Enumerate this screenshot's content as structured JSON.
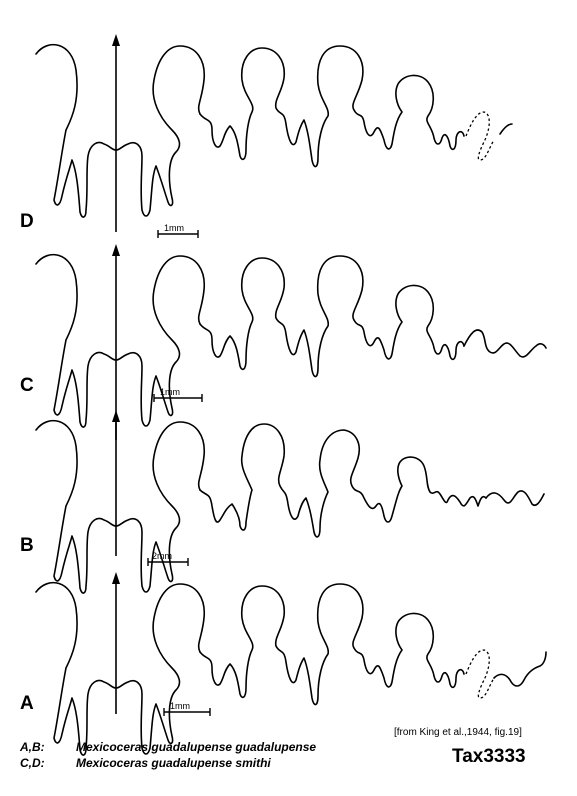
{
  "panels": [
    {
      "letter": "D",
      "scale": "1mm"
    },
    {
      "letter": "C",
      "scale": "1mm"
    },
    {
      "letter": "B",
      "scale": "2mm"
    },
    {
      "letter": "A",
      "scale": "1mm"
    }
  ],
  "legend": [
    {
      "key": "A,B:",
      "taxon": "Mexicoceras  guadalupense guadalupense"
    },
    {
      "key": "C,D:",
      "taxon": "Mexicoceras  guadalupense smithi"
    }
  ],
  "source": "[from King et al.,1944, fig.19]",
  "tax_id": "Tax3333"
}
